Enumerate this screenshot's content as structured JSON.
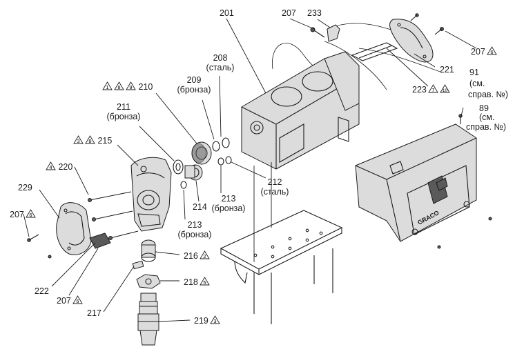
{
  "labels": {
    "201": "201",
    "207_top": "207",
    "233": "233",
    "207_right": "207",
    "207_right_note": "6",
    "221": "221",
    "208": "208",
    "208_material": "(сталь)",
    "209": "209",
    "209_material": "(бронза)",
    "210": "210",
    "210_notes": [
      "1",
      "8",
      "9"
    ],
    "223": "223",
    "223_notes": [
      "7",
      "10"
    ],
    "91": "91",
    "91_note": "(см.",
    "91_note2": "справ. №)",
    "89": "89",
    "89_note": "(см.",
    "89_note2": "справ. №)",
    "211": "211",
    "211_material": "(бронза)",
    "215": "215",
    "215_notes": [
      "3",
      "8"
    ],
    "220": "220",
    "220_note": "4",
    "229": "229",
    "207_left": "207",
    "207_left_note": "6",
    "212": "212",
    "212_material": "(сталь)",
    "213_right": "213",
    "213_right_material": "(бронза)",
    "214": "214",
    "213_left": "213",
    "213_left_material": "(бронза)",
    "216": "216",
    "216_note": "2",
    "218": "218",
    "218_note": "5",
    "222": "222",
    "207_bottom": "207",
    "207_bottom_note": "6",
    "217": "217",
    "219": "219",
    "219_note": "3"
  },
  "logo_text": "GRACO"
}
